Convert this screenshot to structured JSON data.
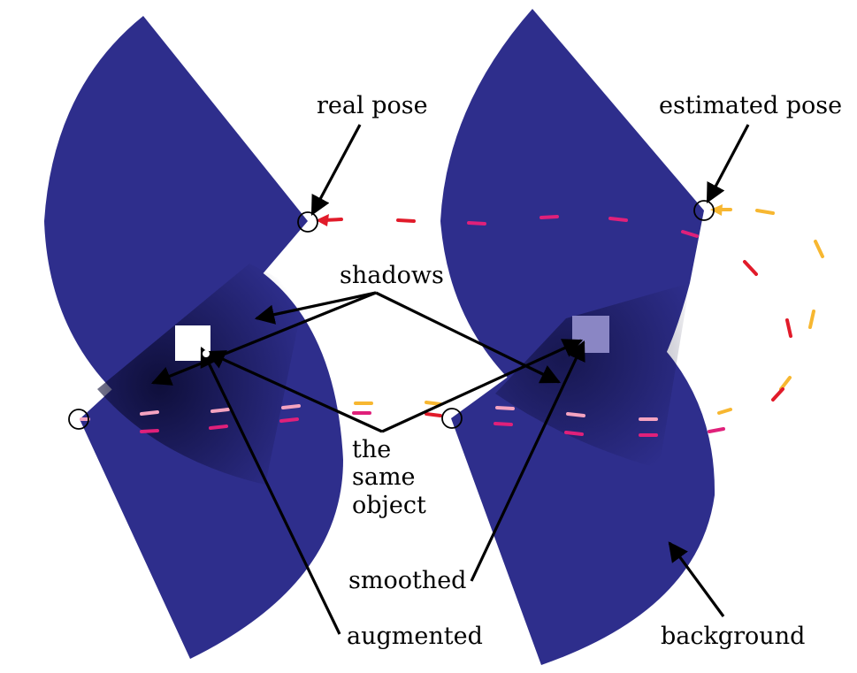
{
  "labels": {
    "real_pose": "real pose",
    "estimated_pose": "estimated pose",
    "shadows": "shadows",
    "the_same_object": [
      "the",
      "same",
      "object"
    ],
    "smoothed": "smoothed",
    "augmented": "augmented",
    "background": "background"
  },
  "colors": {
    "fan": "#2e2e8c",
    "shadow": "#16164a",
    "augmented_object": "#ffffff",
    "smoothed_object": "#8a86c4",
    "trajectory_red": "#e11b2a",
    "trajectory_magenta": "#e0207a",
    "trajectory_pink": "#f4a3c0",
    "trajectory_orange": "#f7b731",
    "arrow": "#000000"
  },
  "icons": {
    "pose_marker": "circle-outline",
    "pointer": "arrow"
  }
}
